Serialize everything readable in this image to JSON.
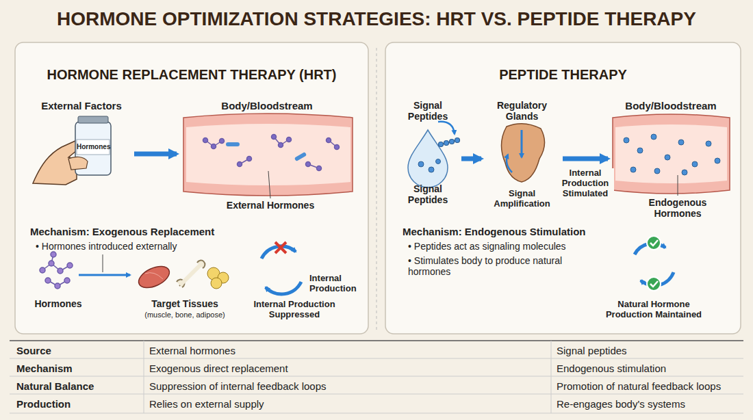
{
  "diagram": {
    "title": "HORMONE OPTIMIZATION STRATEGIES: HRT VS. PEPTIDE THERAPY",
    "nodes": [
      {
        "text": [
          "HORMONE REPLACEMENT THERAPY (HRT)"
        ]
      },
      {
        "text": [
          "External Factors",
          "Hormones"
        ],
        "in": 0
      },
      {
        "text": [
          "Body/Bloodstream",
          "External Hormones"
        ],
        "in": 0
      },
      {
        "text": [
          "PEPTIDE THERAPY"
        ]
      },
      {
        "text": [
          "Signal Peptides",
          "Signal Peptides"
        ],
        "in": 3
      },
      {
        "text": [
          "Regulatory Glands",
          "Signal Amplification"
        ],
        "in": 3
      },
      {
        "text": [
          "Body/Bloodstream",
          "Endogenous Hormones"
        ],
        "in": 3
      }
    ],
    "edges": [
      {
        "from": 1,
        "to": 2,
        "arrow": "to"
      },
      {
        "from": 4,
        "to": 5,
        "arrow": "to"
      },
      {
        "from": 5,
        "to": 6,
        "label": "Internal Production Stimulated",
        "arrow": "to"
      }
    ],
    "labels": [
      "Mechanism: Exogenous Replacement",
      "• Hormones introduced externally",
      "Hormones",
      "Target Tissues",
      "(muscle, bone, adipose)",
      "Internal Production",
      "Internal Production Suppressed",
      "Mechanism: Endogenous Stimulation",
      "• Peptides act as signaling molecules",
      "• Stimulates body to produce natural hormones",
      "Natural Hormone Production Maintained",
      "Source",
      "External hormones",
      "Signal peptides",
      "Mechanism",
      "Exogenous direct replacement",
      "Endogenous stimulation",
      "Natural Balance",
      "Suppression of internal feedback loops",
      "Promotion of natural feedback loops",
      "Production",
      "Relies on external supply",
      "Re-engages body's systems"
    ]
  }
}
